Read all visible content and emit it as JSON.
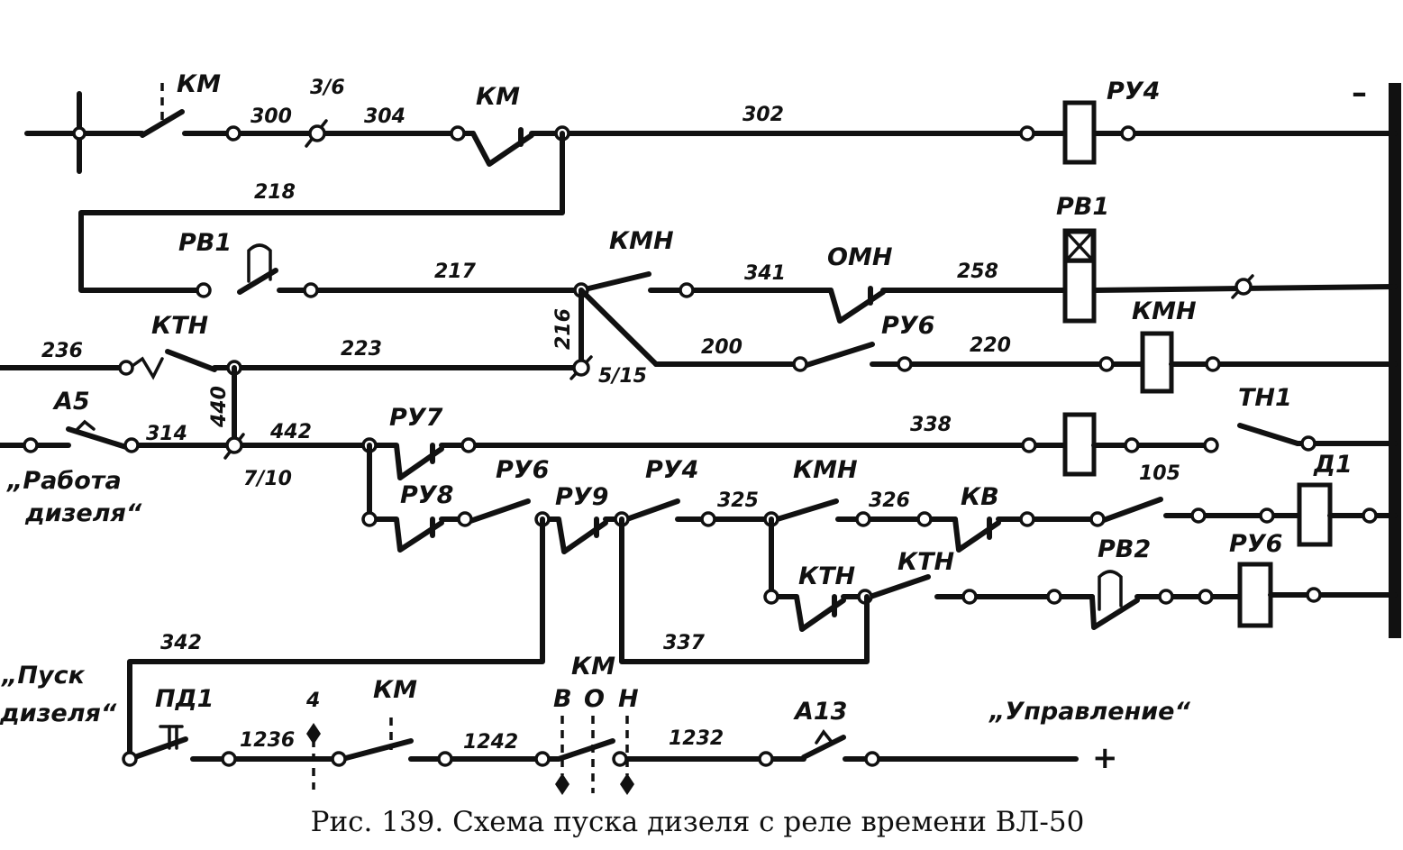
{
  "caption": "Рис. 139. Схема пуска дизеля с реле времени ВЛ-50",
  "signs": {
    "minus": "–",
    "plus": "+"
  },
  "labels": {
    "km_top_1": "КМ",
    "km_top_2": "КМ",
    "ru4_top": "РУ4",
    "rv1_left": "РВ1",
    "kmn_1": "КМН",
    "omn": "ОМН",
    "rv1_coil": "РВ1",
    "ktn_1": "КТН",
    "ru6_1": "РУ6",
    "kmn_coil": "КМН",
    "a5": "А5",
    "ru7": "РУ7",
    "tn1": "ТН1",
    "ru8": "РУ8",
    "ru6_2": "РУ6",
    "ru9": "РУ9",
    "ru4_2": "РУ4",
    "kmn_2": "КМН",
    "kv": "КВ",
    "d1": "Д1",
    "ktn_2": "КТН",
    "ktn_3": "КТН",
    "rv2": "РВ2",
    "ru6_coil": "РУ6",
    "pd1": "ПД1",
    "km_bottom": "КМ",
    "km_switch": "КМ",
    "a13": "А13",
    "pos_v": "В",
    "pos_o": "О",
    "pos_n": "Н"
  },
  "wires": {
    "w300": "300",
    "w3_6": "3/6",
    "w304": "304",
    "w302": "302",
    "w218": "218",
    "w217": "217",
    "w341": "341",
    "w258": "258",
    "w216": "216",
    "w236": "236",
    "w223": "223",
    "w5_15": "5/15",
    "w200": "200",
    "w220": "220",
    "w440": "440",
    "w314": "314",
    "w442": "442",
    "w7_10": "7/10",
    "w338": "338",
    "w325": "325",
    "w326": "326",
    "w105": "105",
    "w337": "337",
    "w342": "342",
    "w1236": "1236",
    "w4": "4",
    "w1242": "1242",
    "w1232": "1232"
  },
  "notes": {
    "rabota_1": "„Работа",
    "rabota_2": "дизеля“",
    "pusk_1": "„Пуск",
    "pusk_2": "дизеля“",
    "upravlenie": "„Управление“"
  }
}
